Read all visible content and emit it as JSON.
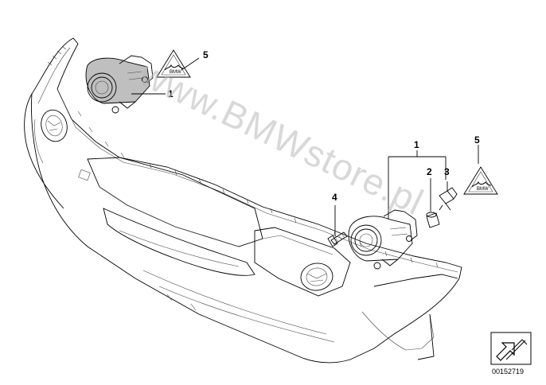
{
  "watermark": "www.BMWstore.pl",
  "callouts": {
    "left_lamp": "1",
    "left_label": "5",
    "right_lamp": "1",
    "bulb_socket": "2",
    "bulb": "3",
    "screw": "4",
    "right_label": "5"
  },
  "part_number": "00152719",
  "icons": [
    "warning-label-icon",
    "fog-lamp-icon",
    "screw-icon",
    "bulb-icon",
    "arrow-stamp-icon"
  ]
}
